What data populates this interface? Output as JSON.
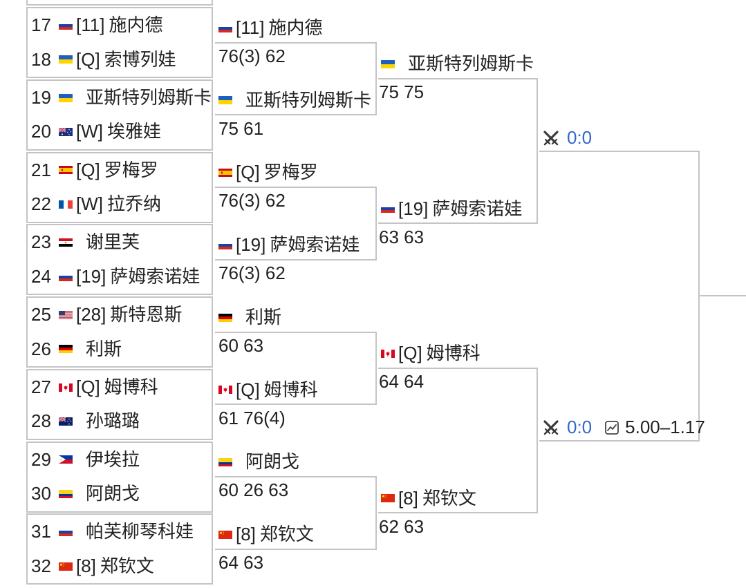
{
  "colors": {
    "line": "#c4c4c4",
    "link": "#3366cc",
    "text": "#222222"
  },
  "round1": [
    {
      "num": "17",
      "flag": "russia",
      "seed": "[11]",
      "name": "施内德"
    },
    {
      "num": "18",
      "flag": "ukraine",
      "seed": "[Q]",
      "name": "索博列娃"
    },
    {
      "num": "19",
      "flag": "ukraine",
      "seed": "",
      "name": "亚斯特列姆斯卡"
    },
    {
      "num": "20",
      "flag": "australia",
      "seed": "[W]",
      "name": "埃雅娃"
    },
    {
      "num": "21",
      "flag": "spain",
      "seed": "[Q]",
      "name": "罗梅罗"
    },
    {
      "num": "22",
      "flag": "france",
      "seed": "[W]",
      "name": "拉乔纳"
    },
    {
      "num": "23",
      "flag": "egypt",
      "seed": "",
      "name": "谢里芙"
    },
    {
      "num": "24",
      "flag": "russia",
      "seed": "[19]",
      "name": "萨姆索诺娃"
    },
    {
      "num": "25",
      "flag": "usa",
      "seed": "[28]",
      "name": "斯特恩斯"
    },
    {
      "num": "26",
      "flag": "germany",
      "seed": "",
      "name": "利斯"
    },
    {
      "num": "27",
      "flag": "canada",
      "seed": "[Q]",
      "name": "姆博科"
    },
    {
      "num": "28",
      "flag": "new-zealand",
      "seed": "",
      "name": "孙璐璐"
    },
    {
      "num": "29",
      "flag": "philippines",
      "seed": "",
      "name": "伊埃拉"
    },
    {
      "num": "30",
      "flag": "colombia",
      "seed": "",
      "name": "阿朗戈"
    },
    {
      "num": "31",
      "flag": "russia",
      "seed": "",
      "name": "帕芙柳琴科娃"
    },
    {
      "num": "32",
      "flag": "china",
      "seed": "[8]",
      "name": "郑钦文"
    }
  ],
  "round2": [
    {
      "flag": "russia",
      "seed": "[11]",
      "name": "施内德",
      "score": "76(3) 62"
    },
    {
      "flag": "ukraine",
      "seed": "",
      "name": "亚斯特列姆斯卡",
      "score": "75 61"
    },
    {
      "flag": "spain",
      "seed": "[Q]",
      "name": "罗梅罗",
      "score": "76(3) 62"
    },
    {
      "flag": "russia",
      "seed": "[19]",
      "name": "萨姆索诺娃",
      "score": "76(3) 62"
    },
    {
      "flag": "germany",
      "seed": "",
      "name": "利斯",
      "score": "60 63"
    },
    {
      "flag": "canada",
      "seed": "[Q]",
      "name": "姆博科",
      "score": "61 76(4)"
    },
    {
      "flag": "colombia",
      "seed": "",
      "name": "阿朗戈",
      "score": "60 26 63"
    },
    {
      "flag": "china",
      "seed": "[8]",
      "name": "郑钦文",
      "score": "64 63"
    }
  ],
  "round3": [
    {
      "flag": "ukraine",
      "seed": "",
      "name": "亚斯特列姆斯卡",
      "score": "75 75"
    },
    {
      "flag": "russia",
      "seed": "[19]",
      "name": "萨姆索诺娃",
      "score": "63 63"
    },
    {
      "flag": "canada",
      "seed": "[Q]",
      "name": "姆博科",
      "score": "64 64"
    },
    {
      "flag": "china",
      "seed": "[8]",
      "name": "郑钦文",
      "score": "62 63"
    }
  ],
  "round4": [
    {
      "icon": "crossed-swords",
      "score": "0:0"
    },
    {
      "icon": "crossed-swords",
      "score": "0:0",
      "odds_icon": "chart",
      "odds": "5.00–1.17"
    }
  ]
}
